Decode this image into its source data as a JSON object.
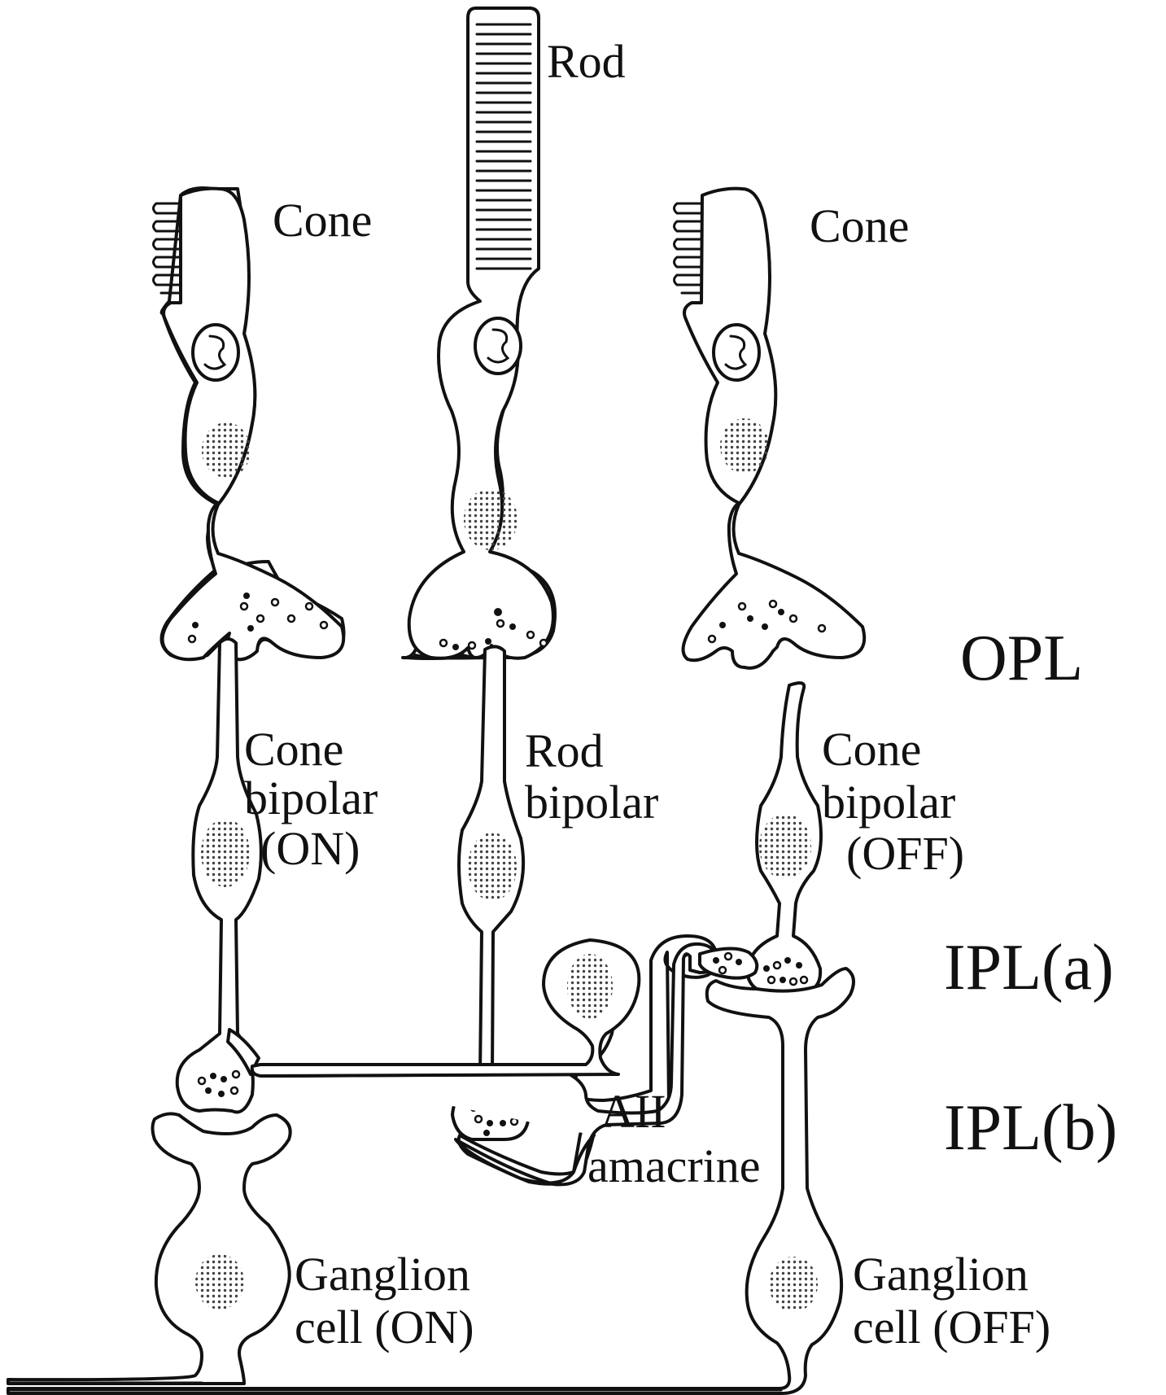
{
  "labels": {
    "rod": "Rod",
    "cone_left": "Cone",
    "cone_right": "Cone",
    "opl": "OPL",
    "cone_bipolar_on": [
      "Cone",
      "bipolar",
      "(ON)"
    ],
    "rod_bipolar": [
      "Rod",
      "bipolar"
    ],
    "cone_bipolar_off": [
      "Cone",
      "bipolar",
      "(OFF)"
    ],
    "ipl_a": "IPL(a)",
    "ipl_b": "IPL(b)",
    "aii_amacrine": [
      "AII",
      "amacrine"
    ],
    "ganglion_on": [
      "Ganglion",
      "cell (ON)"
    ],
    "ganglion_off": [
      "Ganglion",
      "cell (OFF)"
    ]
  },
  "colors": {
    "ink": "#111111",
    "nucleus": "#666666",
    "background": "#ffffff"
  }
}
